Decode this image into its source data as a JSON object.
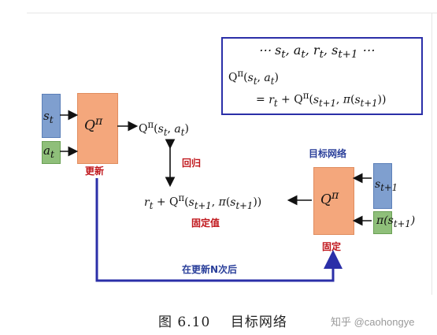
{
  "formula_box": {
    "line1": "⋯ s_t, a_t, r_t, s_{t+1} ⋯",
    "line2": "Q^π(s_t, a_t)",
    "line3": "= r_t + Q^π(s_{t+1}, π(s_{t+1}))"
  },
  "left": {
    "state": "s_t",
    "action": "a_t",
    "network": "Q^π",
    "update_label": "更新",
    "output": "Q^π(s_t, a_t)"
  },
  "regression_label": "回归",
  "target": {
    "formula": "r_t + Q^π(s_{t+1}, π(s_{t+1}))",
    "fixed_value_label": "固定值"
  },
  "right": {
    "title": "目标网络",
    "network": "Q^π",
    "state": "s_{t+1}",
    "policy": "π(s_{t+1})",
    "fixed_label": "固定"
  },
  "arrow_label": "在更新N次后",
  "caption": "图 6.10    目标网络",
  "watermark": "知乎 @caohongye",
  "colors": {
    "state_box": "#7f9fcf",
    "action_box": "#8fbf7a",
    "network_box": "#f4a77c",
    "red_text": "#c0161b",
    "blue_arrow": "#2b2fa8"
  }
}
